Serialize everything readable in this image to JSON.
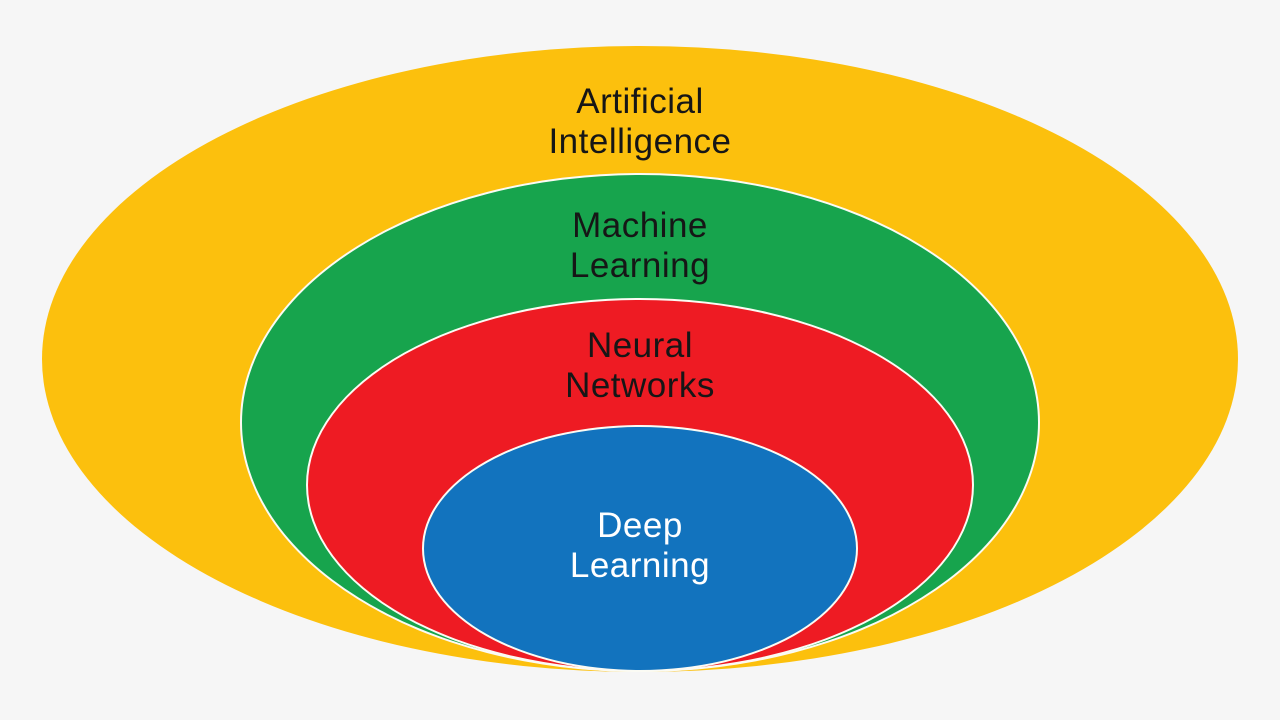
{
  "page": {
    "background_color": "#F6F6F6",
    "separator_line_color": "#FBFBF4"
  },
  "diagram": {
    "type": "nested-ellipses",
    "description": "Onion diagram of four concentric bottom-tangent ellipses showing subsets of AI",
    "layers": [
      {
        "id": "artificial-intelligence",
        "label_line1": "Artificial",
        "label_line2": "Intelligence",
        "fill_color": "#FCC00D",
        "text_color": "#161616",
        "level": 1
      },
      {
        "id": "machine-learning",
        "label_line1": "Machine",
        "label_line2": "Learning",
        "fill_color": "#17A44D",
        "text_color": "#161616",
        "level": 2
      },
      {
        "id": "neural-networks",
        "label_line1": "Neural",
        "label_line2": "Networks",
        "fill_color": "#EE1B23",
        "text_color": "#161616",
        "level": 3
      },
      {
        "id": "deep-learning",
        "label_line1": "Deep",
        "label_line2": "Learning",
        "fill_color": "#1273BE",
        "text_color": "#FFFFFF",
        "level": 4
      }
    ]
  }
}
